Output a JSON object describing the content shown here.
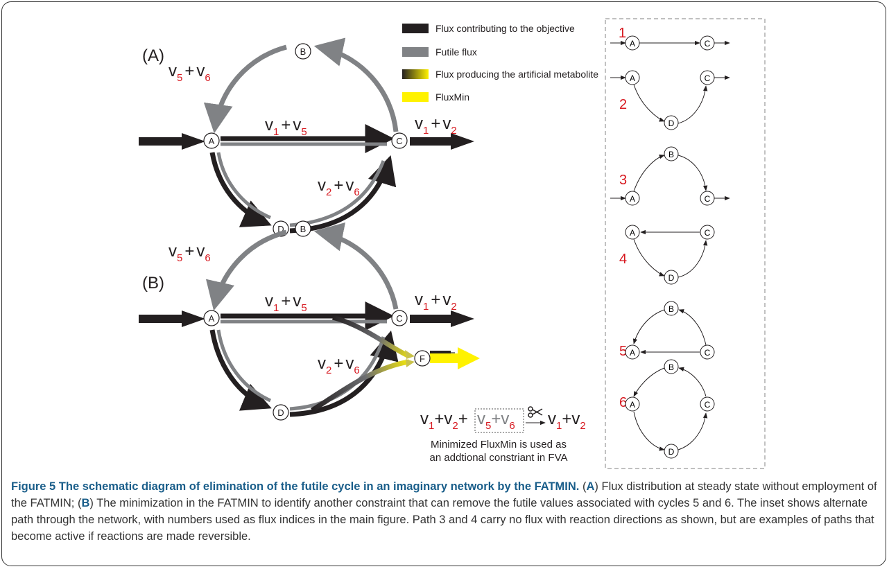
{
  "panels": {
    "a": "(A)",
    "b": "(B)"
  },
  "nodes": {
    "A": "A",
    "B": "B",
    "C": "C",
    "D": "D",
    "F": "F"
  },
  "formula": {
    "v": "v",
    "plus": "+",
    "i1": "1",
    "i2": "2",
    "i5": "5",
    "i6": "6"
  },
  "legend": {
    "items": [
      {
        "label": "Flux contributing to the objective",
        "color": "#231f20"
      },
      {
        "label": "Futile flux",
        "color": "#808285"
      },
      {
        "label": "Flux producing the artificial metabolite",
        "color": "gradient"
      },
      {
        "label": "FluxMin",
        "color": "#fff200"
      }
    ]
  },
  "minimized_note": {
    "line1": "Minimized FluxMin is used as",
    "line2": "an addtional constriant in FVA"
  },
  "inset": {
    "paths": [
      "1",
      "2",
      "3",
      "4",
      "5",
      "6"
    ]
  },
  "colors": {
    "objective": "#231f20",
    "futile": "#808285",
    "fluxmin": "#fff200",
    "index": "#d71920"
  },
  "caption": {
    "number": "Figure 5",
    "title": "The schematic diagram of elimination of the futile cycle in an imaginary network by the FATMIN.",
    "a_open": "(",
    "a_letter": "A",
    "a_close": ")",
    "a_text": "Flux distribution at steady state without employment of the FATMIN; ",
    "b_open": "(",
    "b_letter": "B",
    "b_close": ")",
    "b_text": "The minimization in the FATMIN to identify another constraint that can remove the futile values associated with cycles 5 and 6. The inset shows alternate path through the network, with numbers used as flux indices in the main figure. Path 3 and 4 carry no flux with reaction directions as shown, but are examples of paths that become active if reactions are made reversible."
  }
}
